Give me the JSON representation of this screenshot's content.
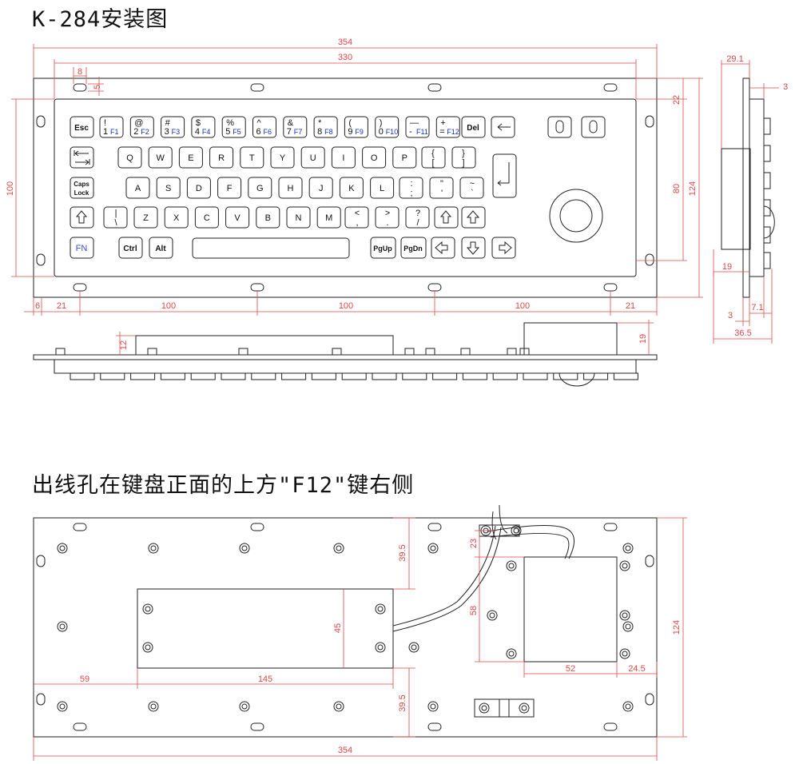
{
  "title_top": "K-284安装图",
  "title_bottom": "出线孔在键盘正面的上方\"F12\"键右侧",
  "front": {
    "dims": {
      "w354": "354",
      "w330": "330",
      "h8": "8",
      "h5": "5",
      "h100": "100",
      "h22": "22",
      "h80": "80",
      "h124": "124",
      "d6": "6",
      "d21a": "21",
      "d100a": "100",
      "d100b": "100",
      "d100c": "100",
      "d21b": "21"
    },
    "fkeys": [
      {
        "top": "!",
        "num": "1",
        "f": "F1"
      },
      {
        "top": "@",
        "num": "2",
        "f": "F2"
      },
      {
        "top": "#",
        "num": "3",
        "f": "F3"
      },
      {
        "top": "$",
        "num": "4",
        "f": "F4"
      },
      {
        "top": "%",
        "num": "5",
        "f": "F5"
      },
      {
        "top": "^",
        "num": "6",
        "f": "F6"
      },
      {
        "top": "&",
        "num": "7",
        "f": "F7"
      },
      {
        "top": "*",
        "num": "8",
        "f": "F8"
      },
      {
        "top": "(",
        "num": "9",
        "f": "F9"
      },
      {
        "top": ")",
        "num": "0",
        "f": "F10"
      },
      {
        "top": "—",
        "num": "-",
        "f": "F11"
      },
      {
        "top": "+",
        "num": "=",
        "f": "F12"
      }
    ],
    "esc": "Esc",
    "del": "Del",
    "row_q": [
      "Q",
      "W",
      "E",
      "R",
      "T",
      "Y",
      "U",
      "I",
      "O",
      "P"
    ],
    "row_a": [
      "A",
      "S",
      "D",
      "F",
      "G",
      "H",
      "J",
      "K",
      "L"
    ],
    "row_z": [
      "Z",
      "X",
      "C",
      "V",
      "B",
      "N",
      "M"
    ],
    "caps1": "Caps",
    "caps2": "Lock",
    "fn": "FN",
    "ctrl": "Ctrl",
    "alt": "Alt",
    "pgup": "PgUp",
    "pgdn": "PgDn"
  },
  "side": {
    "dims": {
      "w29": "29.1",
      "t3a": "3",
      "d19": "19",
      "t3b": "3",
      "t71": "7.1",
      "w365": "36.5"
    }
  },
  "profile": {
    "dims": {
      "h12": "12",
      "h19": "19"
    }
  },
  "back": {
    "dims": {
      "h395a": "39.5",
      "h23": "23",
      "h58": "58",
      "h45": "45",
      "h124": "124",
      "w59": "59",
      "w145": "145",
      "h395b": "39.5",
      "w52": "52",
      "w245": "24.5",
      "w354": "354"
    }
  }
}
